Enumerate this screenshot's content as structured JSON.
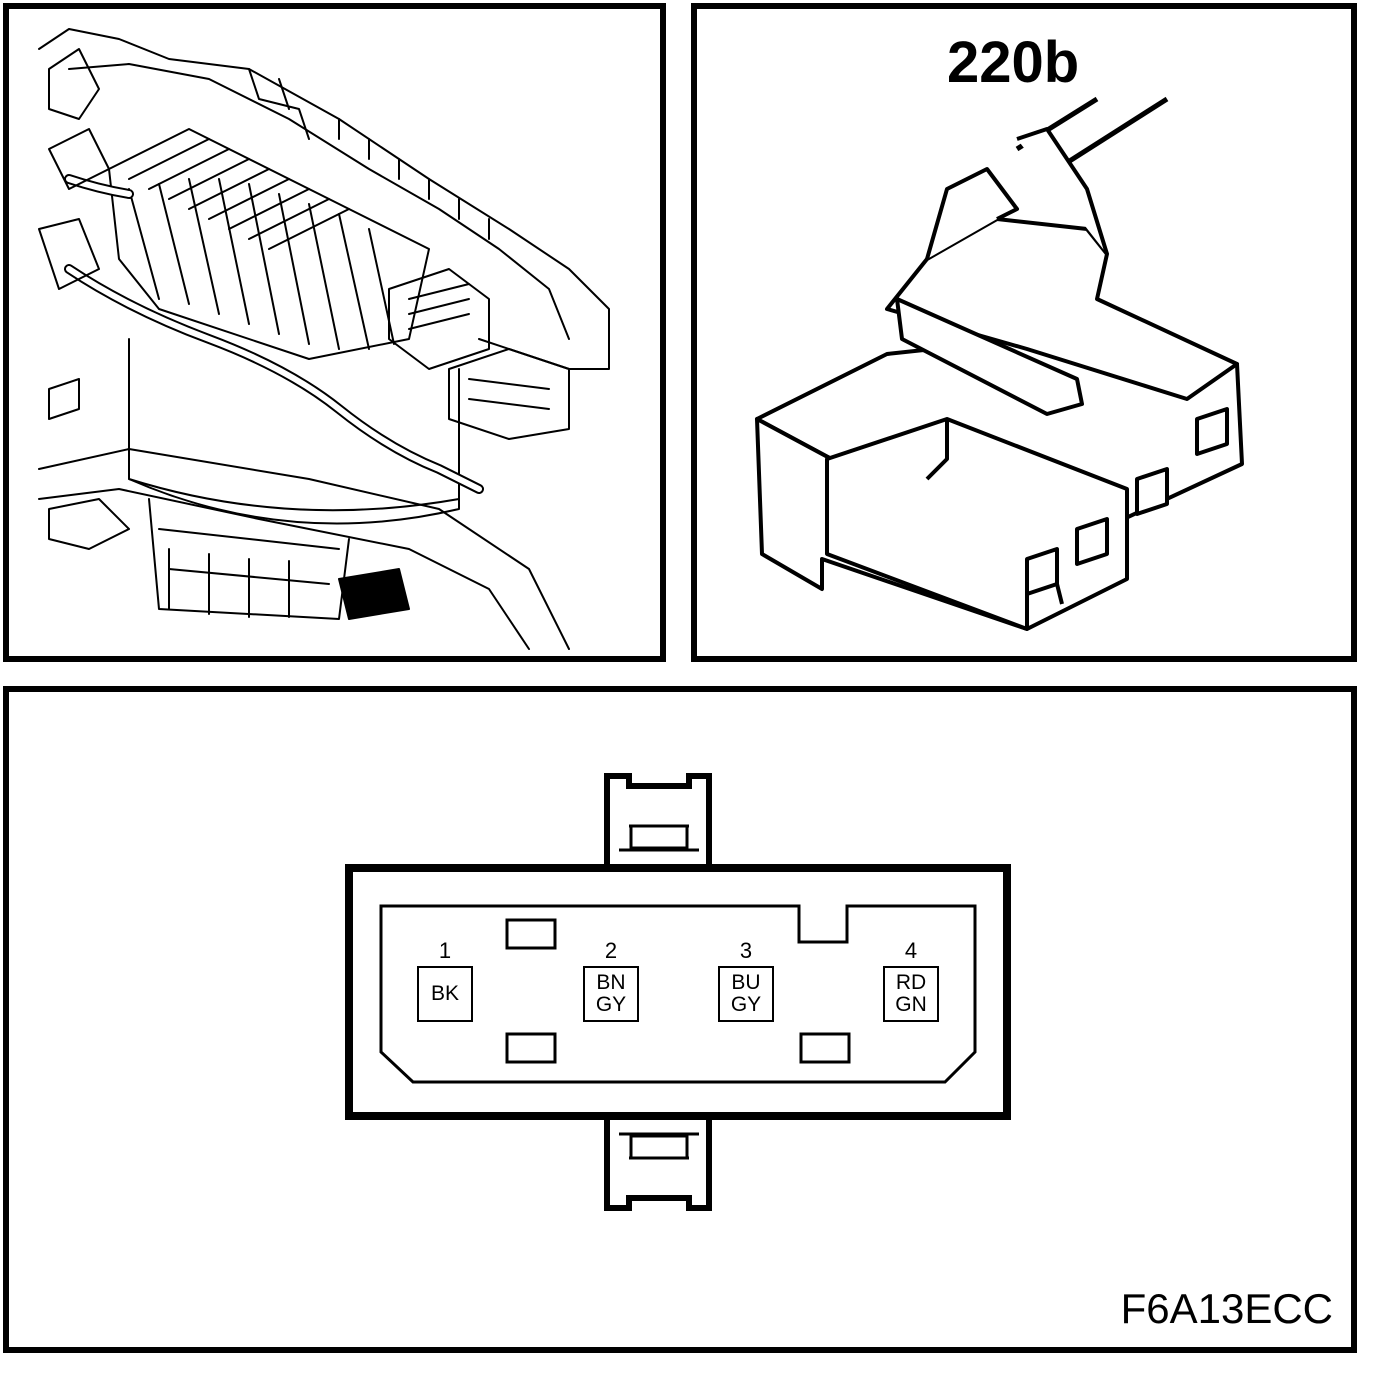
{
  "connector": {
    "label": "220b"
  },
  "figure": {
    "id": "F6A13ECC"
  },
  "pins": [
    {
      "number": "1",
      "colors": [
        "BK"
      ]
    },
    {
      "number": "2",
      "colors": [
        "BN",
        "GY"
      ]
    },
    {
      "number": "3",
      "colors": [
        "BU",
        "GY"
      ]
    },
    {
      "number": "4",
      "colors": [
        "RD",
        "GN"
      ]
    }
  ]
}
